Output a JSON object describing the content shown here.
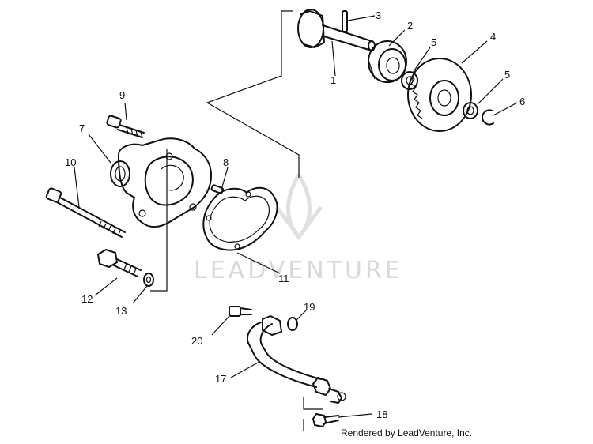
{
  "watermark": {
    "text": "LEADVENTURE"
  },
  "footer": {
    "text": "Rendered by LeadVenture, Inc."
  },
  "callouts": [
    {
      "num": "1"
    },
    {
      "num": "2"
    },
    {
      "num": "3"
    },
    {
      "num": "4"
    },
    {
      "num": "5"
    },
    {
      "num": "5"
    },
    {
      "num": "6"
    },
    {
      "num": "7"
    },
    {
      "num": "8"
    },
    {
      "num": "9"
    },
    {
      "num": "10"
    },
    {
      "num": "11"
    },
    {
      "num": "12"
    },
    {
      "num": "13"
    },
    {
      "num": "17"
    },
    {
      "num": "18"
    },
    {
      "num": "19"
    },
    {
      "num": "20"
    }
  ]
}
